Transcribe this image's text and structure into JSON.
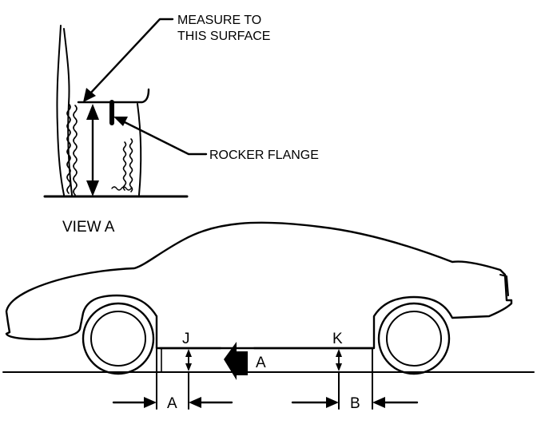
{
  "labels": {
    "measure_line1": "MEASURE TO",
    "measure_line2": "THIS SURFACE",
    "rocker_flange": "ROCKER FLANGE",
    "view_a": "VIEW A",
    "view_arrow_letter": "A",
    "dim_j": "J",
    "dim_k": "K",
    "dim_a": "A",
    "dim_b": "B"
  },
  "colors": {
    "ink": "#000000",
    "paper": "#ffffff"
  }
}
